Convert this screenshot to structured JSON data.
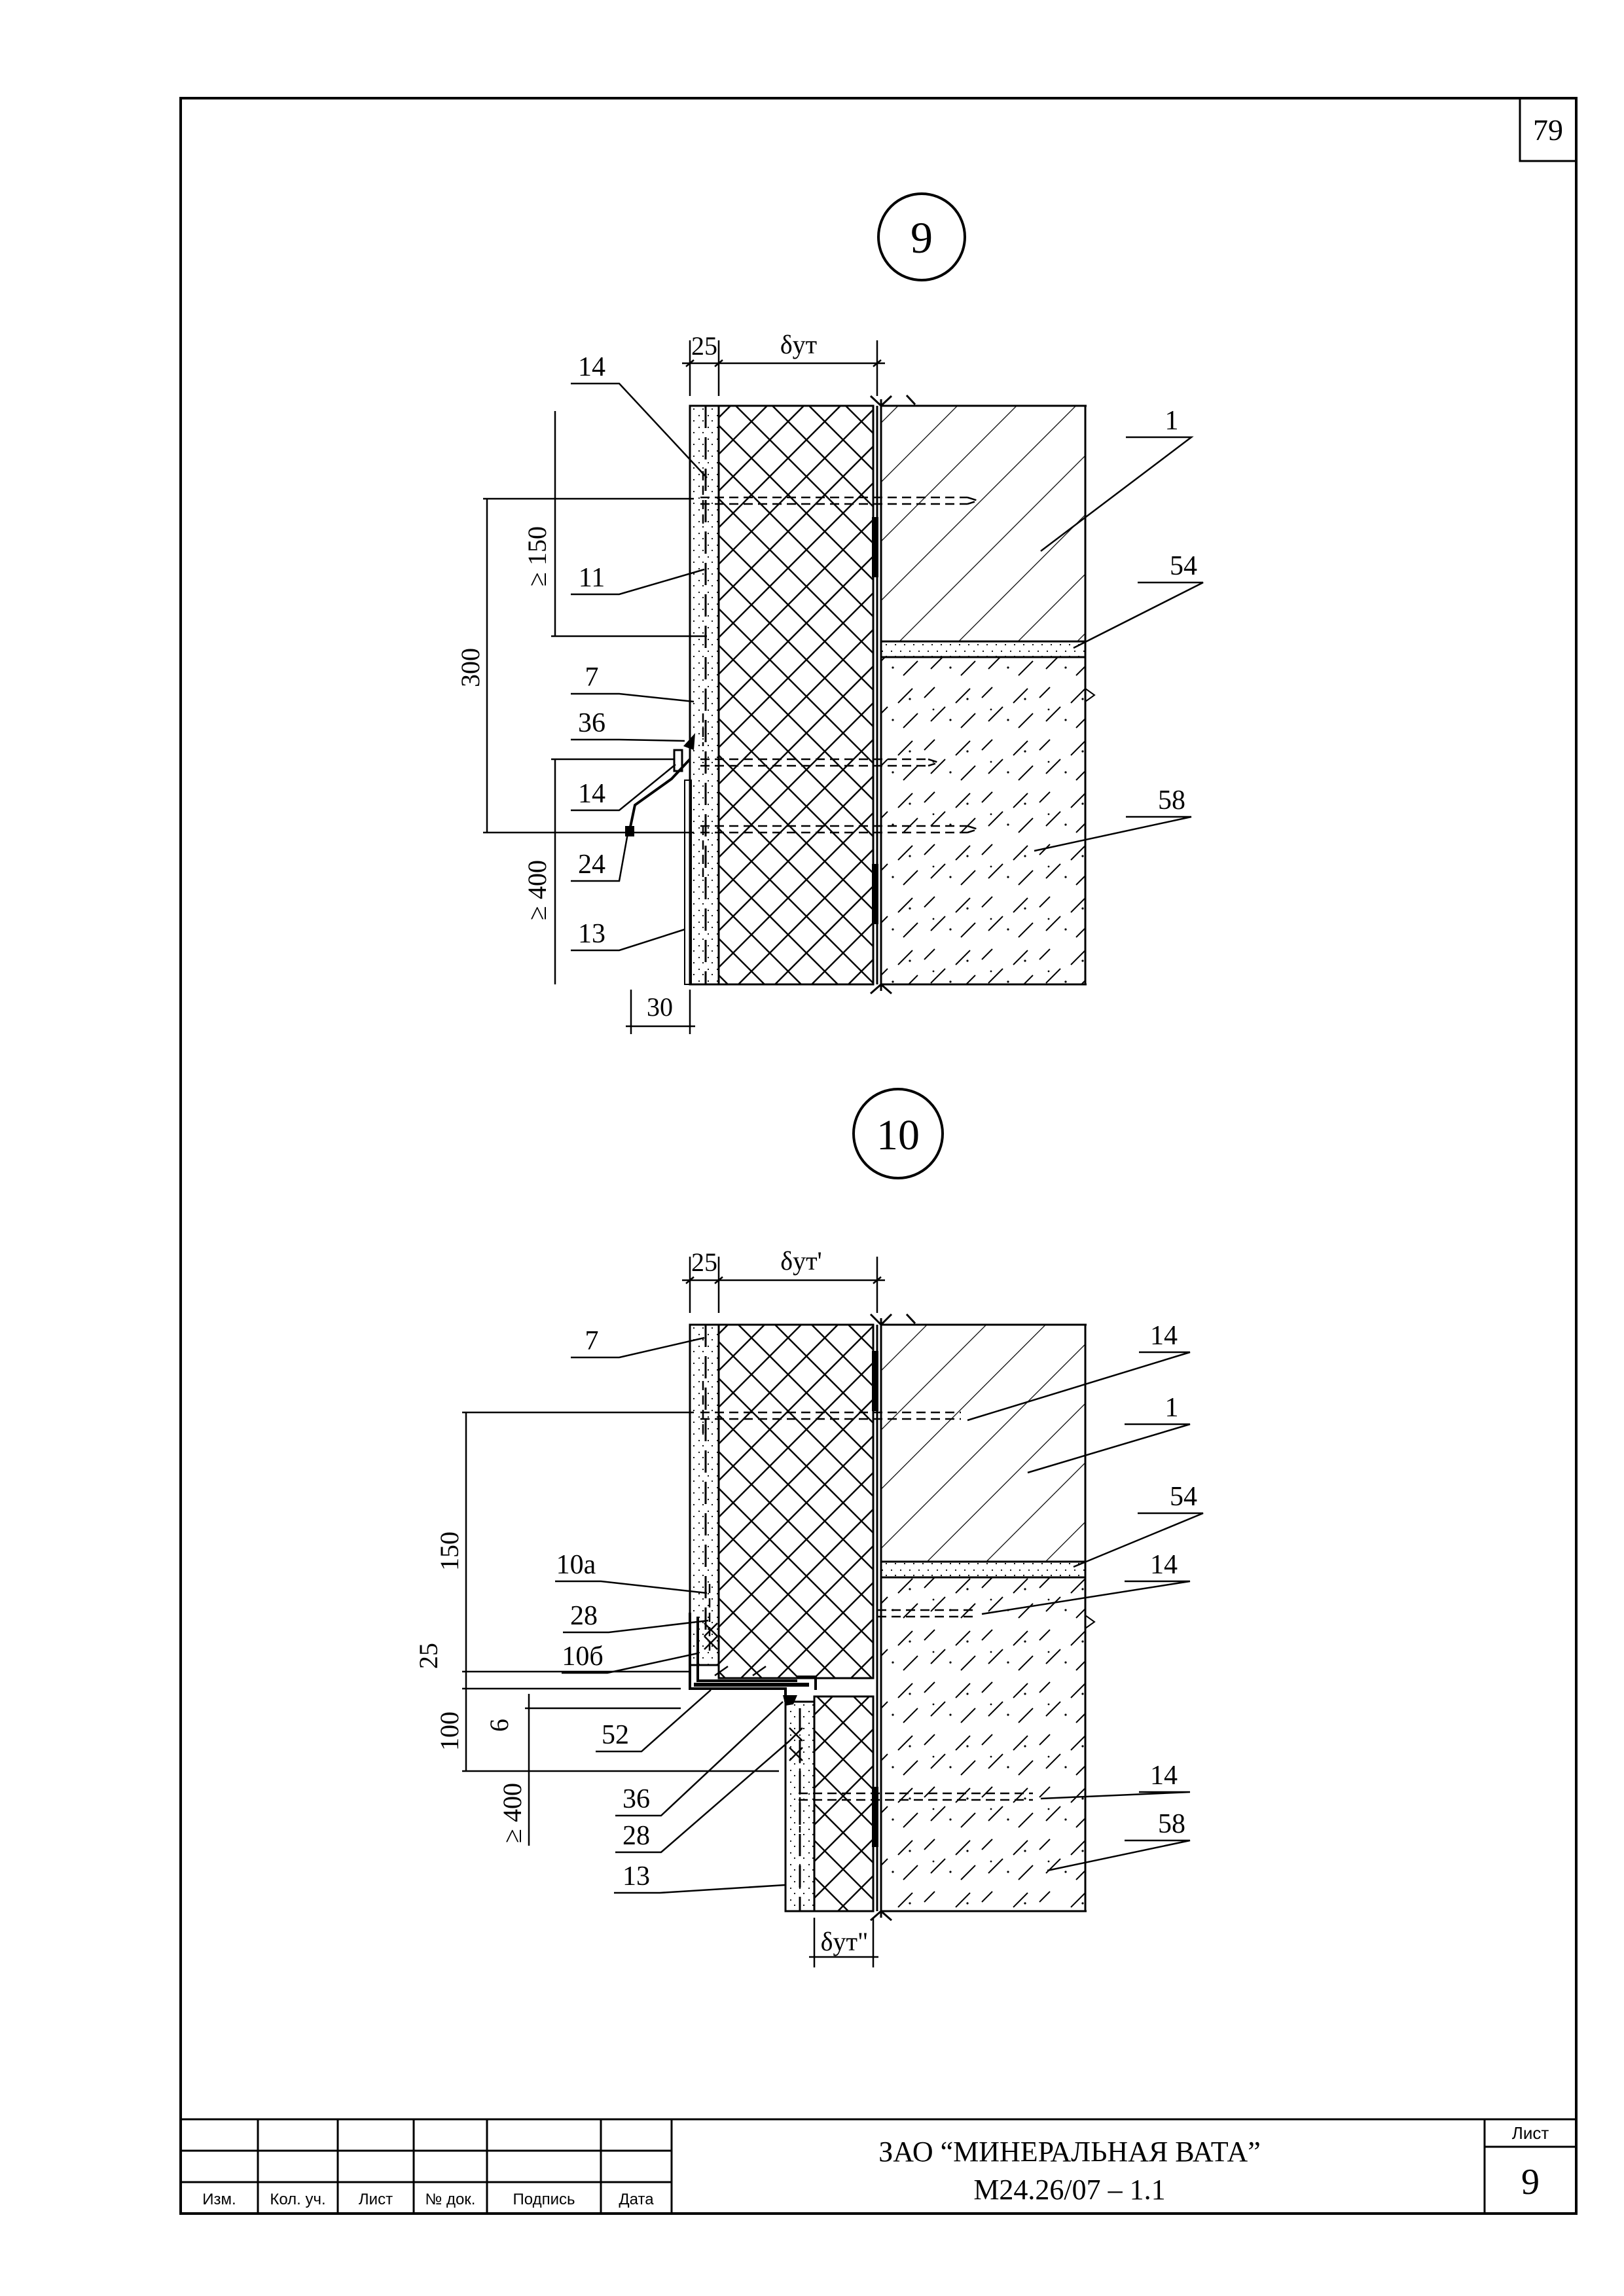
{
  "page_number": "79",
  "details": [
    {
      "number": "9",
      "dims": {
        "plaster": "25",
        "insulation": "δут",
        "lap_min": "≥ 150",
        "spacing": "300",
        "plinth_min": "≥ 400",
        "offset": "30"
      },
      "callouts": [
        "14",
        "11",
        "7",
        "36",
        "14",
        "24",
        "13",
        "1",
        "54",
        "58"
      ]
    },
    {
      "number": "10",
      "dims": {
        "plaster": "25",
        "insulation_top": "δут'",
        "insulation_bottom": "δут\"",
        "lap": "150",
        "gap": "25",
        "drip": "100",
        "steel": "6",
        "plinth_min": "≥ 400"
      },
      "callouts": [
        "7",
        "10а",
        "28",
        "10б",
        "52",
        "36",
        "28",
        "13",
        "14",
        "1",
        "54",
        "14",
        "14",
        "58"
      ]
    }
  ],
  "title_block": {
    "headers": [
      "Изм.",
      "Кол. уч.",
      "Лист",
      "№ док.",
      "Подпись",
      "Дата"
    ],
    "company": "ЗАО “МИНЕРАЛЬНАЯ ВАТА”",
    "document": "М24.26/07 – 1.1",
    "sheet_label": "Лист",
    "sheet_number": "9"
  }
}
